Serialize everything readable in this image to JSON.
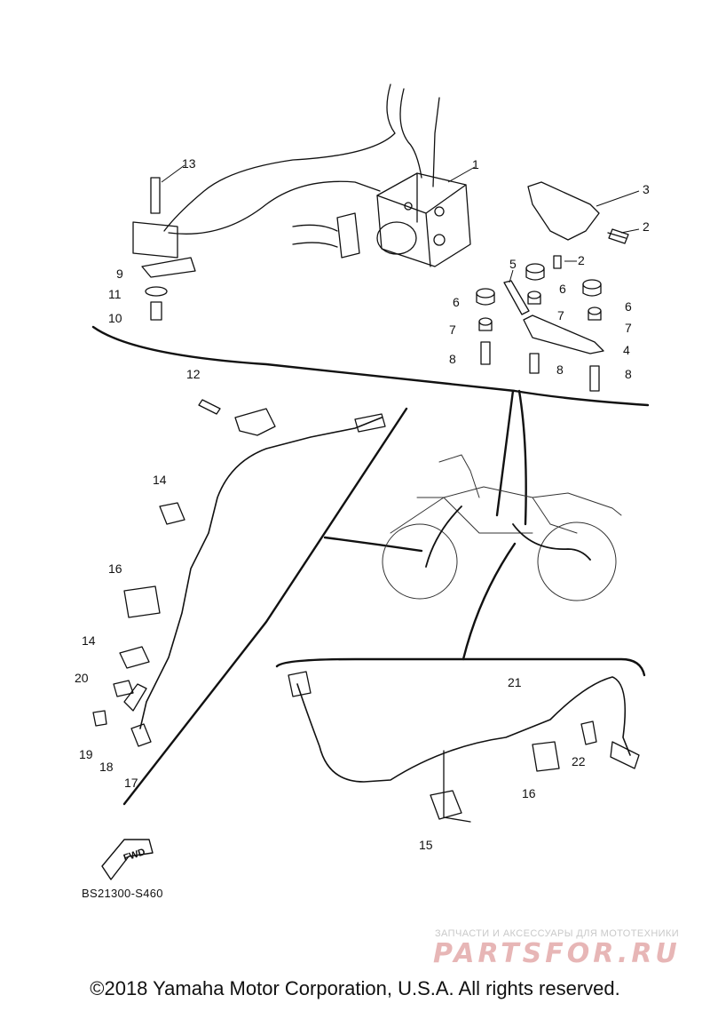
{
  "callouts": [
    {
      "id": "c1",
      "text": "1"
    },
    {
      "id": "c2a",
      "text": "2"
    },
    {
      "id": "c2b",
      "text": "2"
    },
    {
      "id": "c3",
      "text": "3"
    },
    {
      "id": "c4",
      "text": "4"
    },
    {
      "id": "c5",
      "text": "5"
    },
    {
      "id": "c6a",
      "text": "6"
    },
    {
      "id": "c6b",
      "text": "6"
    },
    {
      "id": "c6c",
      "text": "6"
    },
    {
      "id": "c7a",
      "text": "7"
    },
    {
      "id": "c7b",
      "text": "7"
    },
    {
      "id": "c7c",
      "text": "7"
    },
    {
      "id": "c8a",
      "text": "8"
    },
    {
      "id": "c8b",
      "text": "8"
    },
    {
      "id": "c8c",
      "text": "8"
    },
    {
      "id": "c9",
      "text": "9"
    },
    {
      "id": "c10",
      "text": "10"
    },
    {
      "id": "c11",
      "text": "11"
    },
    {
      "id": "c12",
      "text": "12"
    },
    {
      "id": "c13",
      "text": "13"
    },
    {
      "id": "c14a",
      "text": "14"
    },
    {
      "id": "c14b",
      "text": "14"
    },
    {
      "id": "c15",
      "text": "15"
    },
    {
      "id": "c16a",
      "text": "16"
    },
    {
      "id": "c16b",
      "text": "16"
    },
    {
      "id": "c17",
      "text": "17"
    },
    {
      "id": "c18",
      "text": "18"
    },
    {
      "id": "c19",
      "text": "19"
    },
    {
      "id": "c20",
      "text": "20"
    },
    {
      "id": "c21",
      "text": "21"
    },
    {
      "id": "c22",
      "text": "22"
    }
  ],
  "fwd_label": "FWD",
  "diagram_code": "BS21300-S460",
  "watermark": {
    "tagline": "ЗАПЧАСТИ И АКСЕССУАРЫ ДЛЯ МОТОТЕХНИКИ",
    "brand": "PARTSFOR.RU"
  },
  "copyright": "©2018 Yamaha Motor Corporation, U.S.A. All rights reserved."
}
